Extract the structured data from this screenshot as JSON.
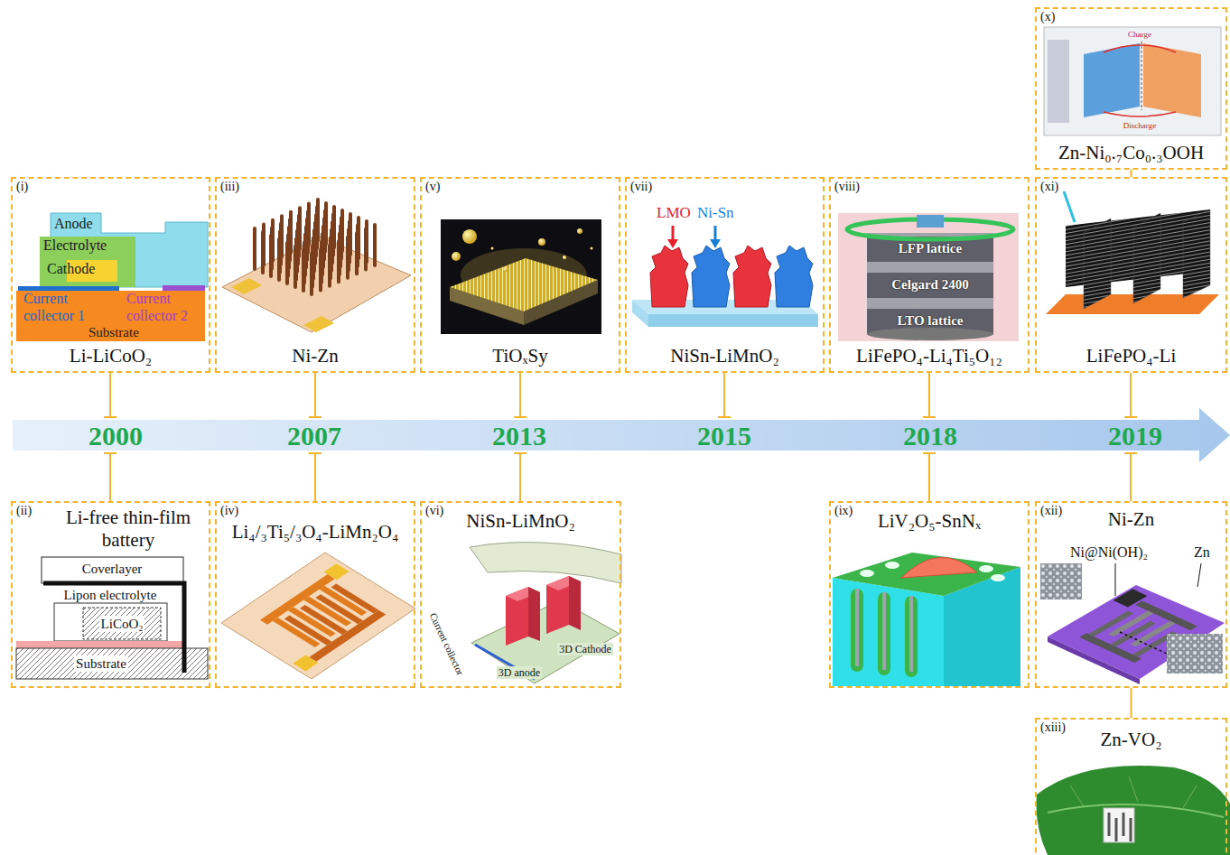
{
  "diagram": {
    "nodes": [
      {
        "text": [
          "(x)",
          "Zn-Ni₀.₇Co₀.₃OOH"
        ]
      },
      {
        "text": [
          "(i)",
          "Li-LiCoO₂"
        ]
      },
      {
        "text": [
          "(iii)",
          "Ni-Zn"
        ]
      },
      {
        "text": [
          "(v)",
          "TiOₓSy"
        ]
      },
      {
        "text": [
          "(vii)",
          "NiSn-LiMnO₂"
        ]
      },
      {
        "text": [
          "(viii)",
          "LiFePO₄-Li₄Ti₅O₁₂"
        ]
      },
      {
        "text": [
          "(xi)",
          "LiFePO₄-Li"
        ]
      },
      {
        "text": [
          "(ii)",
          "Li-free thin-film battery"
        ]
      },
      {
        "text": [
          "(iv)",
          "Li₄/₃Ti₅/₃O₄-LiMn₂O₄"
        ]
      },
      {
        "text": [
          "(vi)",
          "NiSn-LiMnO₂"
        ]
      },
      {
        "text": [
          "(ix)",
          "LiV₂O₅-SnNₓ"
        ]
      },
      {
        "text": [
          "(xii)",
          "Ni-Zn"
        ]
      },
      {
        "text": [
          "(xiii)",
          "Zn-VO₂"
        ]
      }
    ],
    "edges": [
      {
        "from": 6,
        "to": 0,
        "arrow": "none"
      },
      {
        "from": 11,
        "to": 12,
        "arrow": "none"
      }
    ],
    "labels": [
      "2000",
      "2007",
      "2013",
      "2015",
      "2018",
      "2019",
      "Anode",
      "Electrolyte",
      "Cathode",
      "Current collector 1",
      "Current collector 2",
      "Substrate",
      "Coverlayer",
      "Lipon electrolyte",
      "LiCoO₂",
      "Substrate",
      "Current collector",
      "3D anode",
      "3D Cathode",
      "LMO",
      "Ni-Sn",
      "LFP lattice",
      "Celgard 2400",
      "LTO lattice",
      "Charge",
      "Discharge",
      "Ni@Ni(OH)₂",
      "Zn"
    ]
  }
}
